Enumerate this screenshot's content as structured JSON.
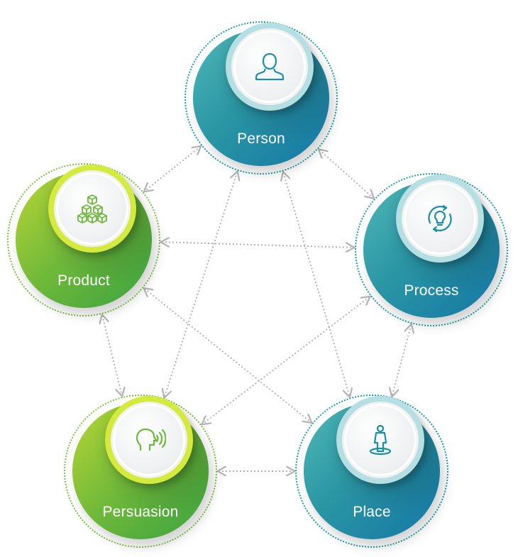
{
  "nodes": [
    {
      "id": "person",
      "label": "Person",
      "icon": "person-icon",
      "color": "teal"
    },
    {
      "id": "process",
      "label": "Process",
      "icon": "lightbulb-cycle-icon",
      "color": "teal"
    },
    {
      "id": "place",
      "label": "Place",
      "icon": "person-standing-on-spot-icon",
      "color": "teal"
    },
    {
      "id": "persuasion",
      "label": "Persuasion",
      "icon": "speaking-head-icon",
      "color": "green"
    },
    {
      "id": "product",
      "label": "Product",
      "icon": "stacked-boxes-icon",
      "color": "green"
    }
  ],
  "colors": {
    "teal": "#1a8fa8",
    "green": "#6cb83b",
    "connector": "#b4b4b4"
  },
  "connections": [
    [
      "person",
      "product"
    ],
    [
      "person",
      "process"
    ],
    [
      "person",
      "persuasion"
    ],
    [
      "person",
      "place"
    ],
    [
      "product",
      "process"
    ],
    [
      "product",
      "persuasion"
    ],
    [
      "product",
      "place"
    ],
    [
      "process",
      "persuasion"
    ],
    [
      "process",
      "place"
    ],
    [
      "persuasion",
      "place"
    ]
  ]
}
